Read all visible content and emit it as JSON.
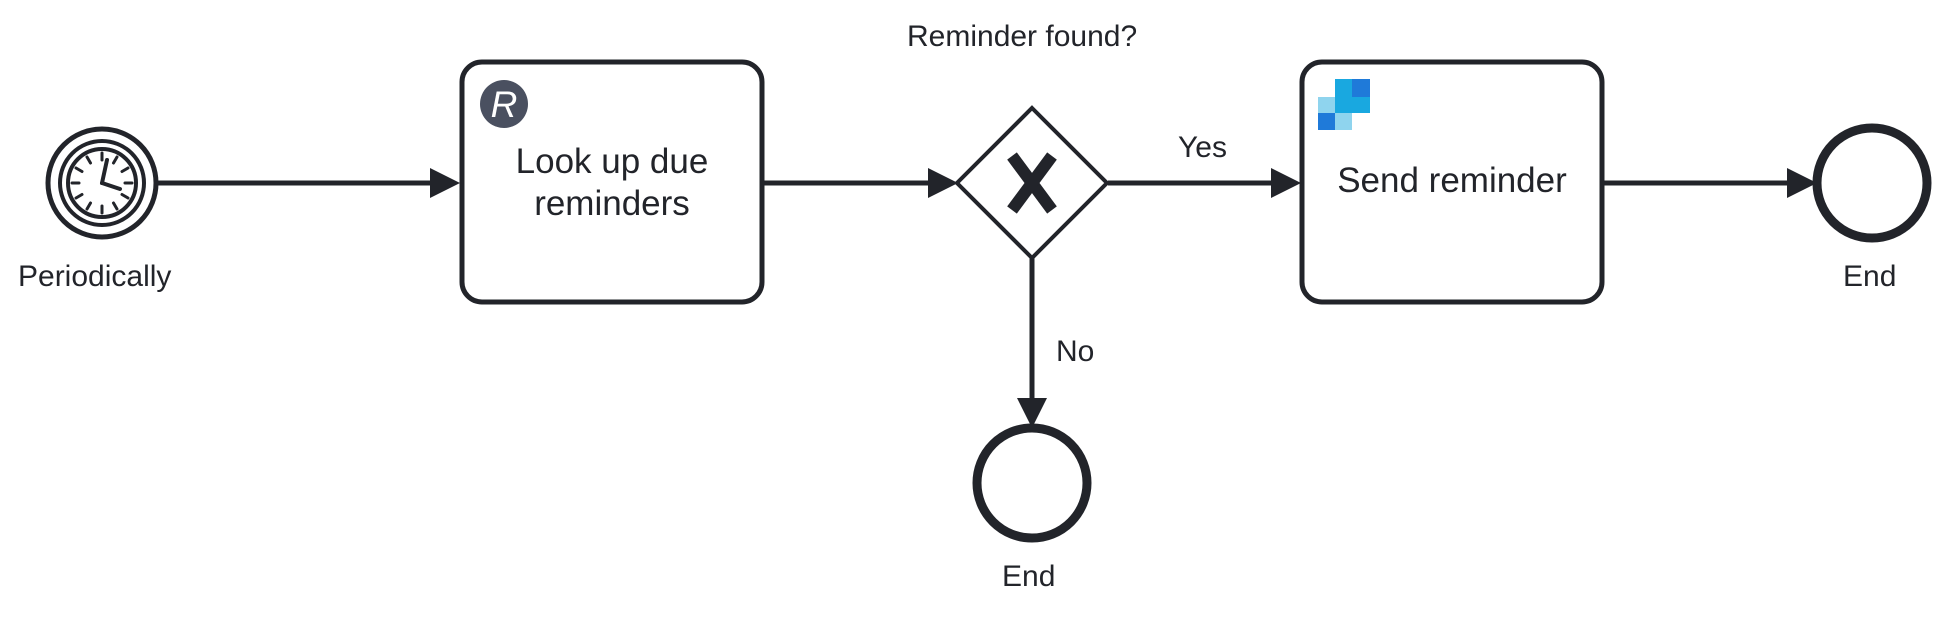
{
  "diagram": {
    "start_event": {
      "label": "Periodically",
      "icon": "clock-icon"
    },
    "task_lookup": {
      "lines": [
        "Look up due",
        "reminders"
      ],
      "icon": "r-logo-icon",
      "icon_letter": "R"
    },
    "gateway": {
      "label": "Reminder found?",
      "icon": "x-icon"
    },
    "flow_yes": {
      "label": "Yes"
    },
    "flow_no": {
      "label": "No"
    },
    "task_send": {
      "label": "Send reminder",
      "icon": "connector-logo-icon"
    },
    "end_event_right": {
      "label": "End"
    },
    "end_event_bottom": {
      "label": "End"
    }
  },
  "colors": {
    "stroke": "#22242a",
    "r_logo_bg": "#4a5060",
    "logo_light": "#8fd4ee",
    "logo_mid": "#19a8e0",
    "logo_dark": "#1f7ad9"
  }
}
